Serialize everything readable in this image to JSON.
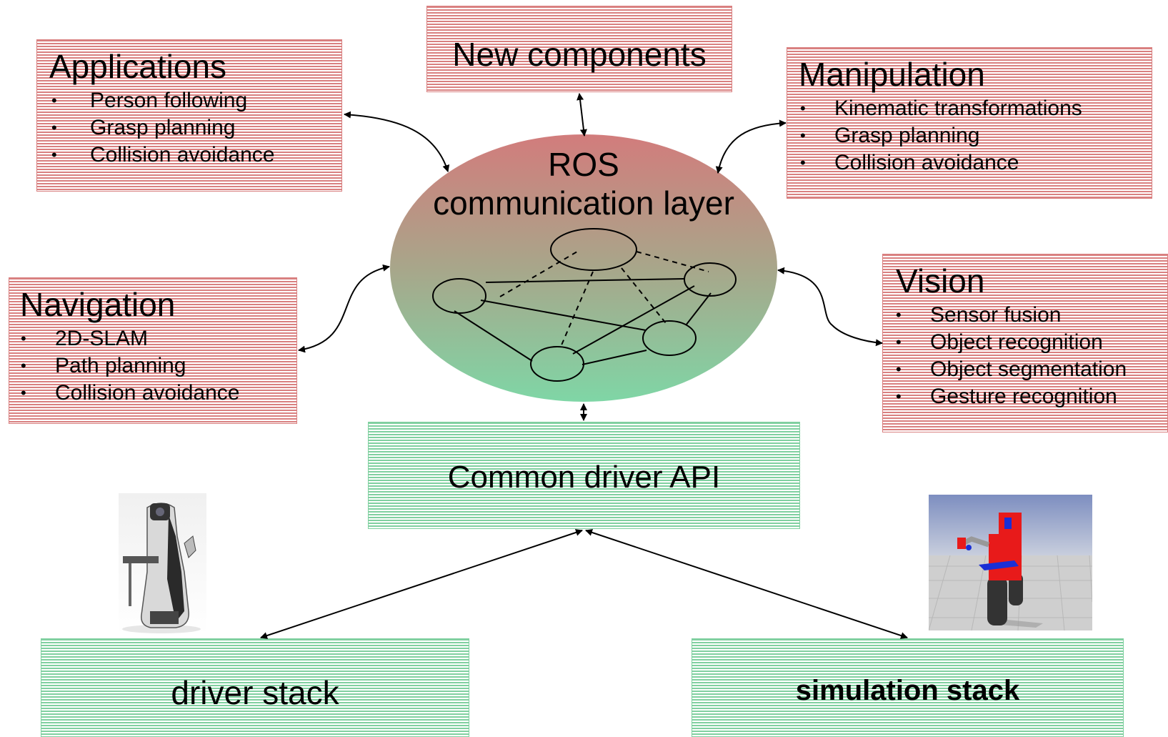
{
  "boxes": {
    "applications": {
      "title": "Applications",
      "items": [
        "Person following",
        "Grasp planning",
        "Collision avoidance"
      ]
    },
    "new_components": {
      "title": "New components"
    },
    "manipulation": {
      "title": "Manipulation",
      "items": [
        "Kinematic transformations",
        "Grasp planning",
        "Collision avoidance"
      ]
    },
    "navigation": {
      "title": "Navigation",
      "items": [
        "2D-SLAM",
        "Path planning",
        "Collision avoidance"
      ]
    },
    "vision": {
      "title": "Vision",
      "items": [
        "Sensor fusion",
        "Object recognition",
        "Object segmentation",
        "Gesture recognition"
      ]
    },
    "common_driver_api": {
      "title": "Common driver API"
    },
    "driver_stack": {
      "title": "driver stack"
    },
    "simulation_stack": {
      "title": "simulation stack"
    }
  },
  "ros": {
    "line1": "ROS",
    "line2": "communication layer"
  },
  "bullet_char": "•",
  "colors": {
    "red_box": "#d98080",
    "green_box": "#80d0a0",
    "ellipse_top": "#d27c7c",
    "ellipse_bottom": "#7fd6a6"
  }
}
